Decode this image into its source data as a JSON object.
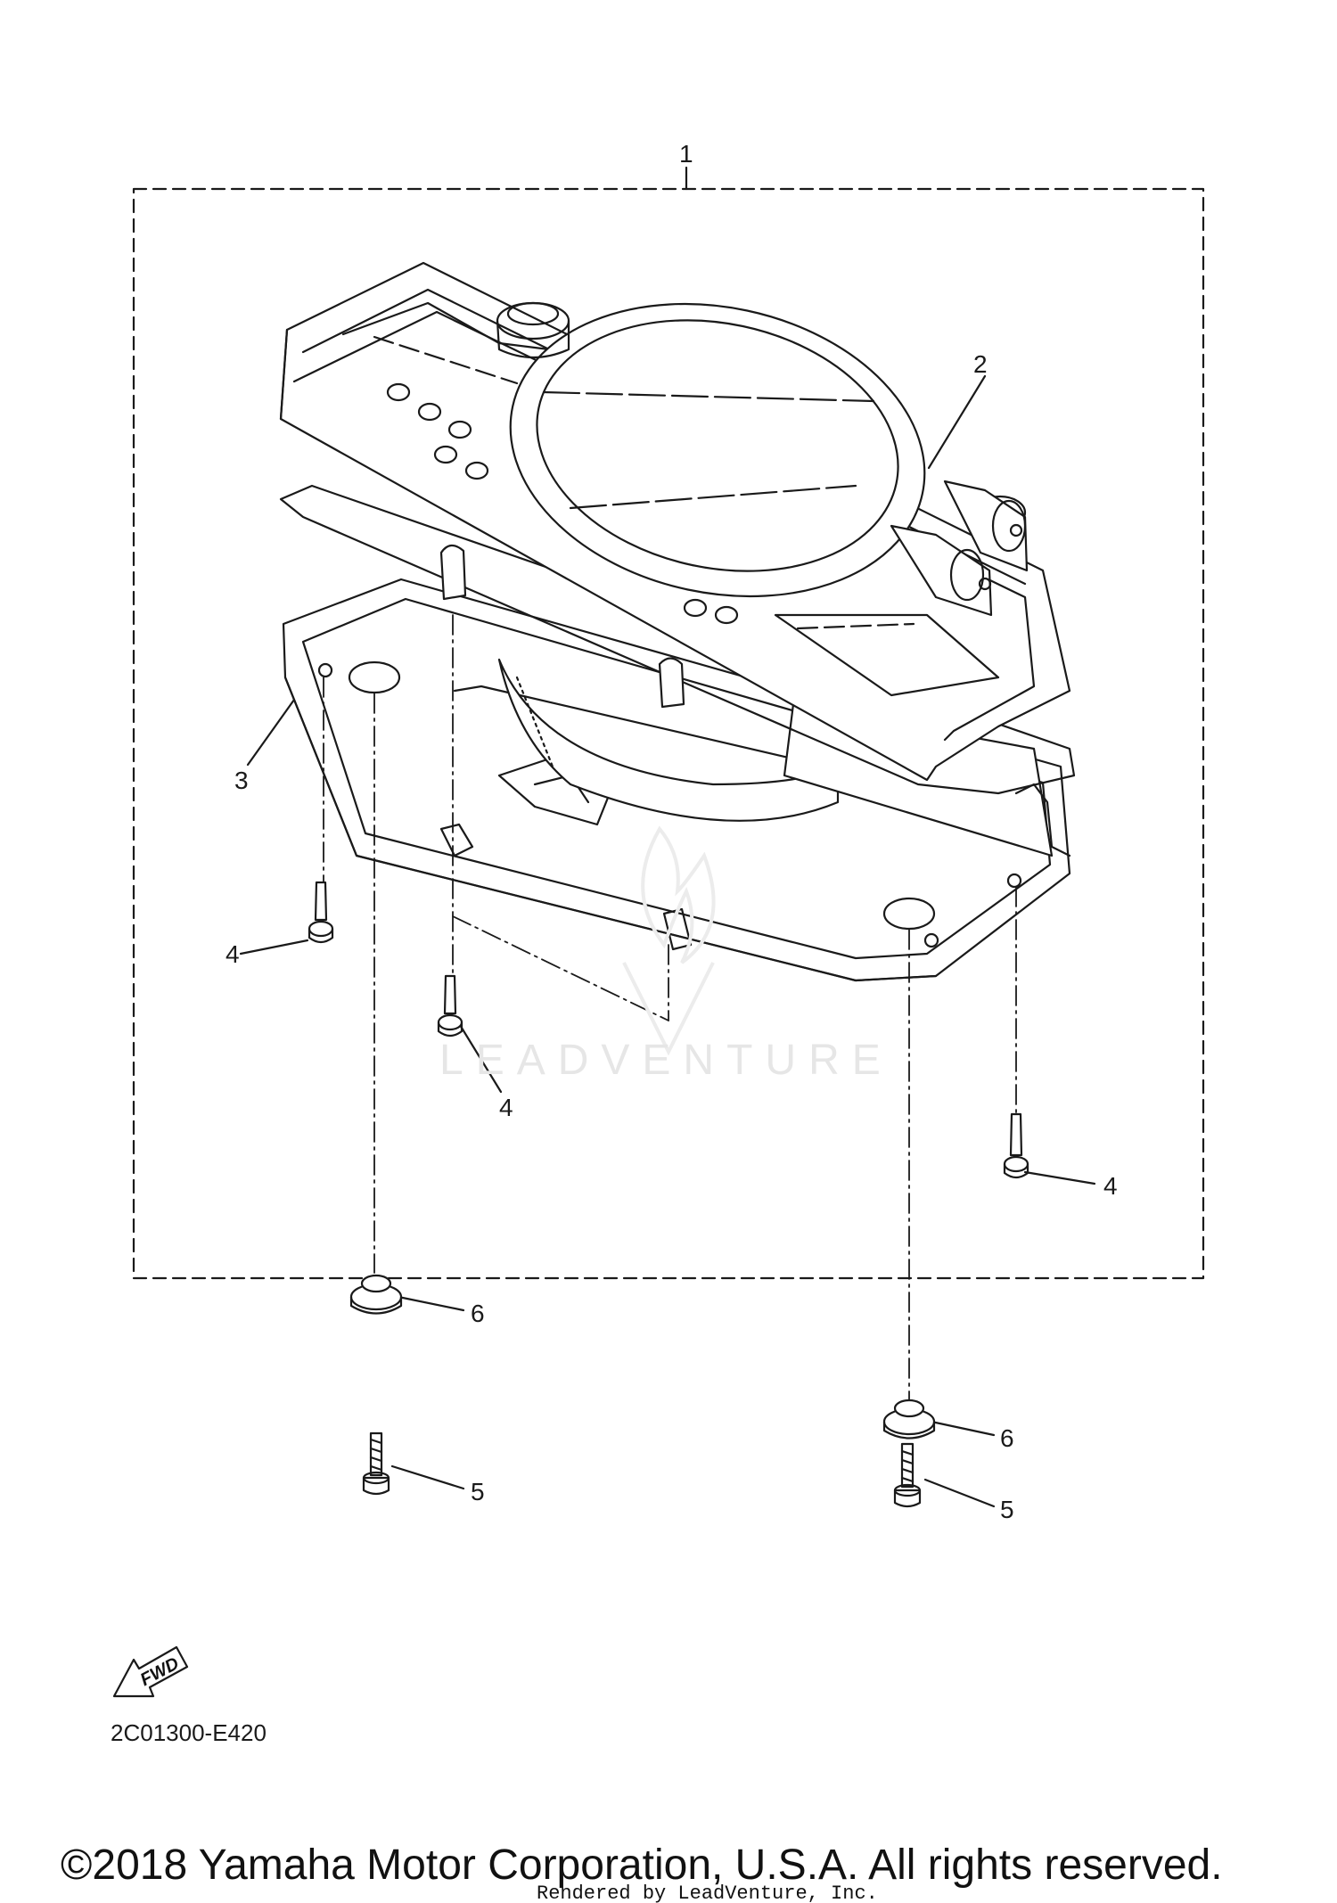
{
  "callouts": {
    "c1": "1",
    "c2": "2",
    "c3": "3",
    "c4a": "4",
    "c4b": "4",
    "c4c": "4",
    "c5a": "5",
    "c5b": "5",
    "c6a": "6",
    "c6b": "6"
  },
  "watermark": "LEADVENTURE",
  "fwd_label": "FWD",
  "diagram_code": "2C01300-E420",
  "copyright": "©2018 Yamaha Motor Corporation, U.S.A. All rights reserved.",
  "rendered_by": "Rendered by LeadVenture, Inc.",
  "colors": {
    "line": "#1a1a1a",
    "watermark": "#e6e6e6"
  }
}
